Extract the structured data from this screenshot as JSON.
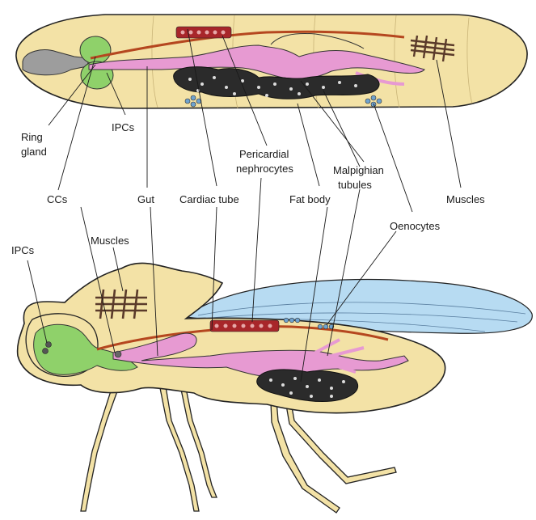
{
  "labels": {
    "ring_gland_1": "Ring",
    "ring_gland_2": "gland",
    "ipcs_larva": "IPCs",
    "pericardial_1": "Pericardial",
    "pericardial_2": "nephrocytes",
    "malpighian_1": "Malpighian",
    "malpighian_2": "tubules",
    "ccs": "CCs",
    "gut": "Gut",
    "cardiac_tube": "Cardiac tube",
    "fat_body": "Fat body",
    "muscles_larva": "Muscles",
    "oenocytes": "Oenocytes",
    "muscles_adult": "Muscles",
    "ipcs_adult": "IPCs"
  },
  "colors": {
    "body": "#f3e2a6",
    "outline": "#222222",
    "brain": "#8fd16a",
    "gut": "#e79ad2",
    "cardiac_tube": "#b5471f",
    "fat_body": "#2b2b2b",
    "nephrocytes": "#a8262a",
    "oenocytes": "#6fa3cf",
    "wing": "#b7dbf2",
    "ring_gland": "#9d9d9d",
    "muscle": "#5a3a2a"
  }
}
